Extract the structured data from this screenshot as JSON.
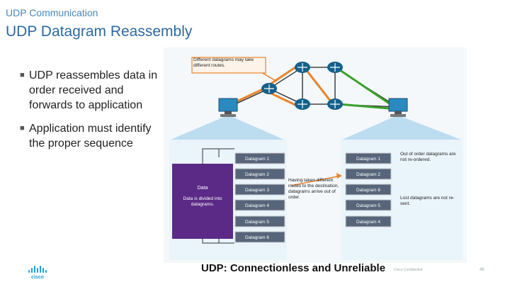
{
  "header": {
    "section": "UDP Communication",
    "title": "UDP Datagram Reassembly"
  },
  "bullets": [
    "UDP reassembles data in order received and forwards to application",
    "Application must identify the proper sequence"
  ],
  "figure": {
    "callout": "Different datagrams may take different routes.",
    "app_box": {
      "title": "Data",
      "caption": "Data is divided into datagrams."
    },
    "sent_datagrams": [
      "Datagram 1",
      "Datagram 2",
      "Datagram 3",
      "Datagram 4",
      "Datagram 5",
      "Datagram 6"
    ],
    "received_datagrams": [
      "Datagram 1",
      "Datagram 2",
      "Datagram 6",
      "Datagram 5",
      "Datagram 4"
    ],
    "middle_note": "Having taken different routes to the destination, datagrams arrive out of order.",
    "right_note_top": "Out of order datagrams are not re-ordered.",
    "right_note_bottom": "Lost datagrams are not re-sent."
  },
  "footer": {
    "title": "UDP: Connectionless and Unreliable",
    "note": "Cisco Confidential",
    "page": "46",
    "logo_text": "cisco"
  },
  "colors": {
    "title_blue": "#2a6aa5",
    "beam_blue": "#bcdcf0",
    "purple_box": "#5b2a86",
    "datagram_fill": "#56657a",
    "arrow_orange": "#e8832a",
    "arrow_green": "#3aa12a"
  },
  "icons": [
    "router-icon",
    "computer-icon",
    "cisco-logo"
  ]
}
